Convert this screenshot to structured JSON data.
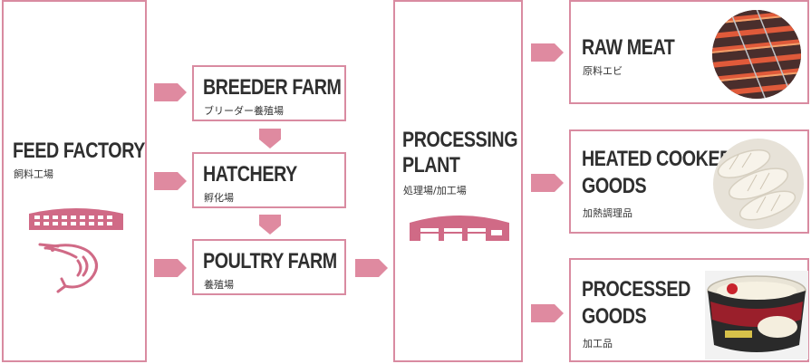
{
  "feed": {
    "title": "FEED FACTORY",
    "sub": "飼料工場"
  },
  "breeder": {
    "title": "BREEDER FARM",
    "sub": "ブリーダー養殖場"
  },
  "hatchery": {
    "title": "HATCHERY",
    "sub": "孵化場"
  },
  "poultry": {
    "title": "POULTRY FARM",
    "sub": "養殖場"
  },
  "processing": {
    "title1": "PROCESSING",
    "title2": "PLANT",
    "sub": "処理場/加工場"
  },
  "raw": {
    "title": "RAW MEAT",
    "sub": "原料エビ"
  },
  "heated": {
    "title1": "HEATED COOKED",
    "title2": "GOODS",
    "sub": "加熱調理品"
  },
  "processed": {
    "title1": "PROCESSED",
    "title2": "GOODS",
    "sub": "加工品"
  },
  "colors": {
    "border": "#d98ba1",
    "arrow": "#d9758f",
    "icon": "#d06a86"
  }
}
